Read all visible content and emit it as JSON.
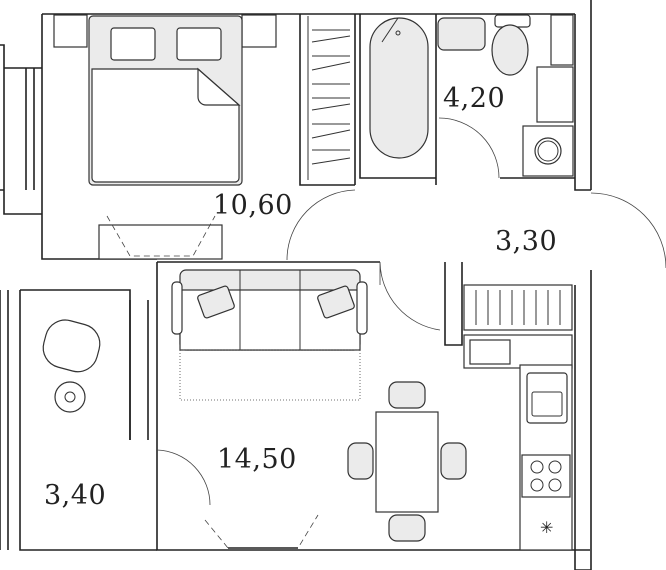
{
  "rooms": [
    {
      "name": "bedroom",
      "area": "10,60"
    },
    {
      "name": "bathroom",
      "area": "4,20"
    },
    {
      "name": "hallway",
      "area": "3,30"
    },
    {
      "name": "living-kitchen",
      "area": "14,50"
    },
    {
      "name": "loggia",
      "area": "3,40"
    }
  ]
}
